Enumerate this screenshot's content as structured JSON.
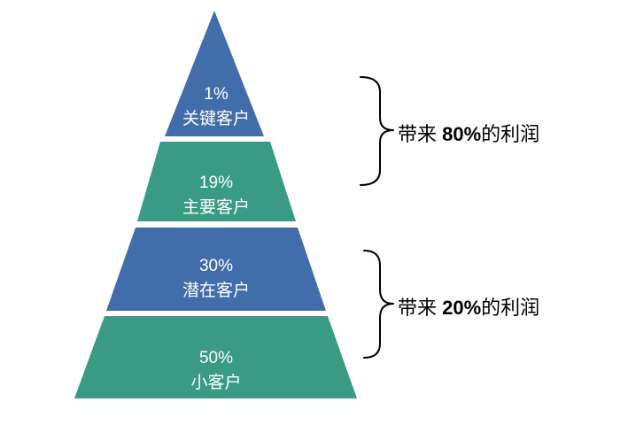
{
  "pyramid": {
    "tiers": [
      {
        "percent": "1%",
        "label": "关键客户",
        "color": "#416EAA"
      },
      {
        "percent": "19%",
        "label": "主要客户",
        "color": "#3A9B84"
      },
      {
        "percent": "30%",
        "label": "潜在客户",
        "color": "#416EAA"
      },
      {
        "percent": "50%",
        "label": "小客户",
        "color": "#3A9B84"
      }
    ]
  },
  "groups": [
    {
      "prefix": "带来 ",
      "percent": "80%",
      "suffix": "的利润"
    },
    {
      "prefix": "带来 ",
      "percent": "20%",
      "suffix": "的利润"
    }
  ]
}
